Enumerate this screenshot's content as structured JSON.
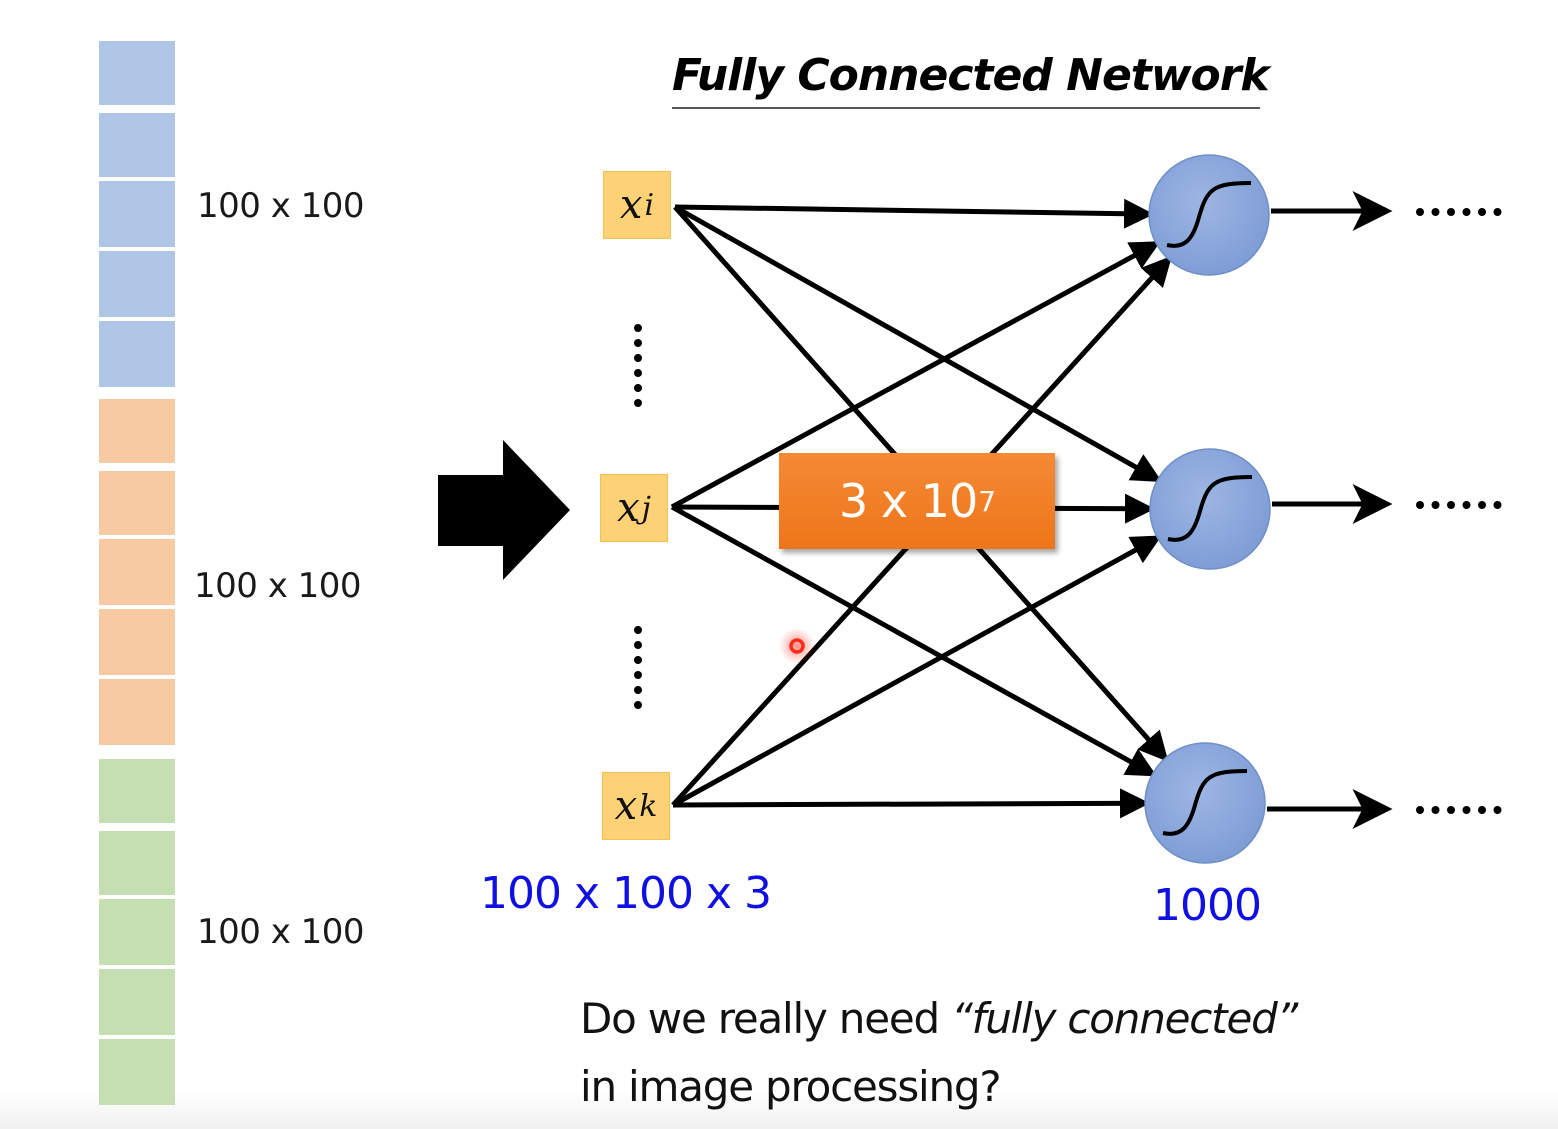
{
  "title": "Fully Connected Network",
  "input_stack": {
    "channels": [
      {
        "name": "channel-1",
        "label": "100 x 100",
        "color": "#afc6e6",
        "cells": 5
      },
      {
        "name": "channel-2",
        "label": "100 x 100",
        "color": "#f8caa4",
        "cells": 5
      },
      {
        "name": "channel-3",
        "label": "100 x 100",
        "color": "#c5deb2",
        "cells": 5
      }
    ]
  },
  "input_nodes": [
    {
      "var": "x",
      "sub": "i"
    },
    {
      "var": "x",
      "sub": "j"
    },
    {
      "var": "x",
      "sub": "k"
    }
  ],
  "input_ellipsis": "......",
  "output_ellipsis": "......",
  "output_nodes_count_shown": 3,
  "activation_icon": "sigmoid-icon",
  "parameter_count": {
    "base": "3 x 10",
    "exponent": "7"
  },
  "input_size_label": "100 x 100 x 3",
  "output_size_label": "1000",
  "question": {
    "prefix": "Do we really need ",
    "emphasis": "“fully connected”",
    "line2": "in image processing?"
  },
  "colors": {
    "node_fill": "#fdd277",
    "neuron_fill": "#8faadc",
    "param_box": "#f07d22",
    "label_blue": "#1010e0",
    "pointer": "#ff2a1a"
  }
}
